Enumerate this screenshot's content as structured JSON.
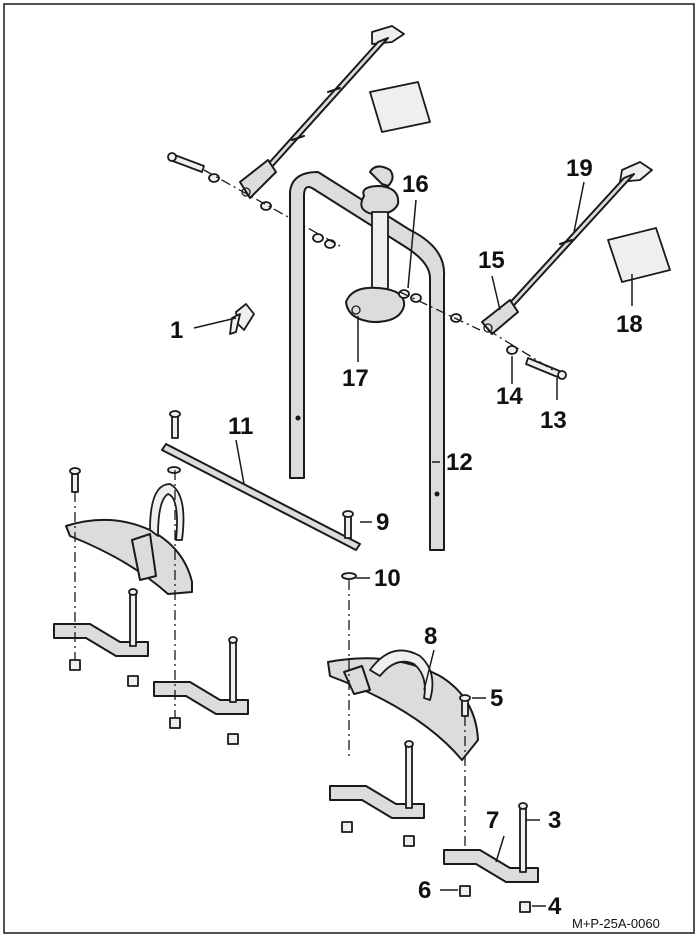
{
  "callouts": {
    "c1": "1",
    "c3": "3",
    "c4": "4",
    "c5": "5",
    "c6": "6",
    "c7": "7",
    "c8": "8",
    "c9": "9",
    "c10": "10",
    "c11": "11",
    "c12": "12",
    "c13": "13",
    "c14": "14",
    "c15": "15",
    "c16": "16",
    "c17": "17",
    "c18": "18",
    "c19": "19"
  },
  "reference_code": "M+P-25A-0060",
  "colors": {
    "line": "#1a1a1a",
    "part_fill": "#dcdcdc",
    "background": "#ffffff"
  }
}
